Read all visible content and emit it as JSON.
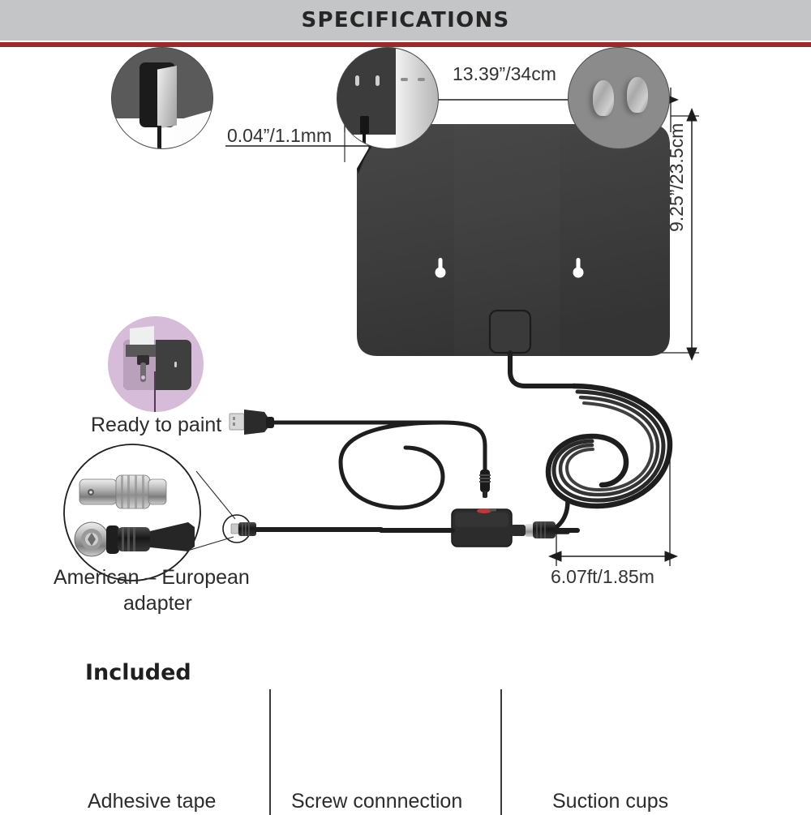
{
  "header": {
    "title": "SPECIFICATIONS",
    "bar_color": "#c4c5c7",
    "rule_color": "#9c2a2a"
  },
  "dimensions": {
    "width": "13.39”/34cm",
    "thickness": "0.04”/1.1mm",
    "height": "9.25”/23.5cm",
    "cable_length": "6.07ft/1.85m"
  },
  "features": [
    {
      "id": "ready-to-paint",
      "label": "Ready to paint",
      "icon": "paint-brush-icon",
      "circle_color": "#d7bcd9"
    },
    {
      "id": "adapter",
      "label_line1": "American – European",
      "label_line2": "adapter",
      "icon": "coax-adapter-icon"
    }
  ],
  "included": {
    "heading": "Included",
    "items": [
      {
        "id": "adhesive-tape",
        "label": "Adhesive tape",
        "icon": "adhesive-tape-icon"
      },
      {
        "id": "screw-connection",
        "label": "Screw connnection",
        "icon": "screw-connection-icon"
      },
      {
        "id": "suction-cups",
        "label": "Suction cups",
        "icon": "suction-cups-icon"
      }
    ]
  },
  "product": {
    "panel_color": "#3d3d3d",
    "cable_color": "#1e1e1e",
    "led_color": "#d93b3b"
  }
}
